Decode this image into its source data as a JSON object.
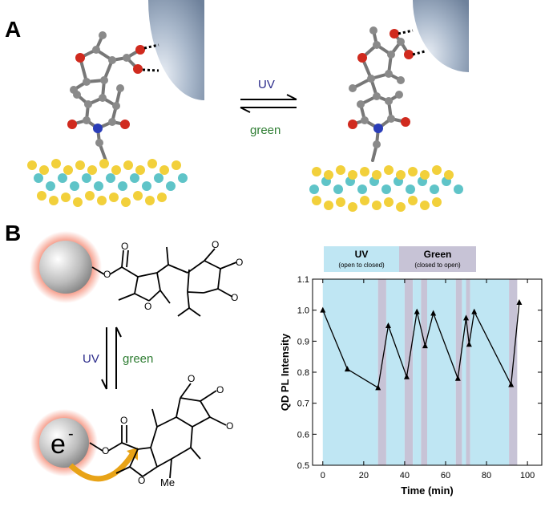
{
  "panel_a": {
    "label": "A",
    "arrow_top_label": "UV",
    "arrow_bottom_label": "green"
  },
  "panel_b": {
    "label": "B",
    "arrow_left_label": "UV",
    "arrow_right_label": "green",
    "electron_symbol": "e",
    "electron_charge": "-",
    "methyl_label": "Me"
  },
  "colors": {
    "uv_band": "#bfe6f3",
    "green_band": "#c7c3d6",
    "uv_text": "#2a2a8a",
    "green_text": "#2e7d32",
    "sulfur": "#f2d03b",
    "metal": "#5fc4c8",
    "oxygen": "#d02a1e",
    "nitrogen": "#2a3db8",
    "carbon": "#8a8a8a",
    "qd_glow": "#f26b4f",
    "electron_arrow": "#e8a317"
  },
  "chart_data": {
    "type": "line",
    "xlabel": "Time (min)",
    "ylabel": "QD PL Intensity",
    "xlim": [
      -5,
      107
    ],
    "ylim": [
      0.5,
      1.1
    ],
    "xticks": [
      0,
      20,
      40,
      60,
      80,
      100
    ],
    "yticks": [
      0.5,
      0.6,
      0.7,
      0.8,
      0.9,
      1.0,
      1.1
    ],
    "legend": [
      {
        "label": "UV",
        "sublabel": "(open to closed)"
      },
      {
        "label": "Green",
        "sublabel": "(closed to open)"
      }
    ],
    "bands": [
      {
        "type": "uv",
        "start": 0,
        "end": 27
      },
      {
        "type": "green",
        "start": 27,
        "end": 31
      },
      {
        "type": "uv",
        "start": 31,
        "end": 40
      },
      {
        "type": "green",
        "start": 40,
        "end": 44
      },
      {
        "type": "uv",
        "start": 44,
        "end": 48
      },
      {
        "type": "green",
        "start": 48,
        "end": 51
      },
      {
        "type": "uv",
        "start": 51,
        "end": 65
      },
      {
        "type": "green",
        "start": 65,
        "end": 68
      },
      {
        "type": "uv",
        "start": 68,
        "end": 70
      },
      {
        "type": "green",
        "start": 70,
        "end": 72
      },
      {
        "type": "uv",
        "start": 72,
        "end": 91
      },
      {
        "type": "green",
        "start": 91,
        "end": 95
      }
    ],
    "series": [
      {
        "x": [
          0,
          12,
          27,
          32,
          41,
          46,
          50,
          54,
          66,
          70,
          71.5,
          74,
          92,
          96
        ],
        "y": [
          1.0,
          0.81,
          0.75,
          0.95,
          0.785,
          0.995,
          0.885,
          0.99,
          0.78,
          0.975,
          0.89,
          0.995,
          0.76,
          1.025
        ]
      }
    ]
  }
}
